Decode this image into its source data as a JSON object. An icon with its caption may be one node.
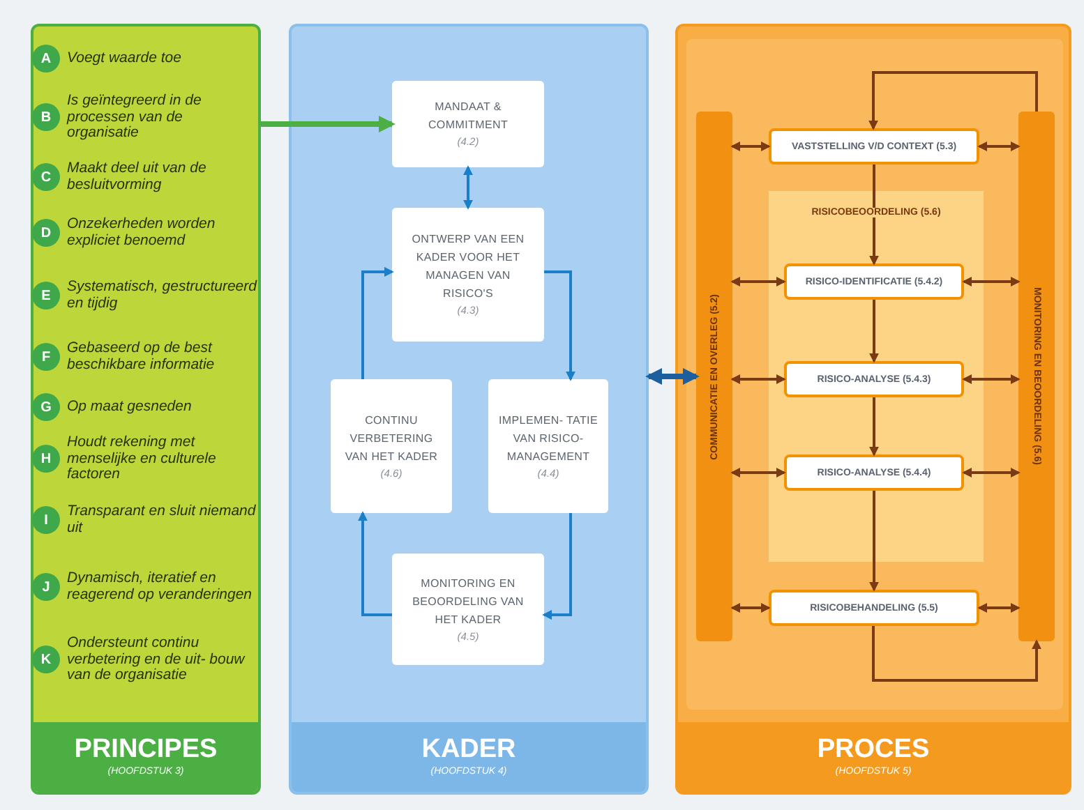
{
  "diagram": {
    "nodes": [
      {
        "text": [
          "PRINCIPES",
          "(HOOFDSTUK 3)"
        ]
      },
      {
        "text": [
          "A"
        ],
        "beside": [
          "Voegt waarde toe"
        ],
        "in": 0
      },
      {
        "text": [
          "B"
        ],
        "beside": [
          "Is geïntegreerd in de processen van de organisatie"
        ],
        "in": 0
      },
      {
        "text": [
          "C"
        ],
        "beside": [
          "Maakt deel uit van de besluitvorming"
        ],
        "in": 0
      },
      {
        "text": [
          "D"
        ],
        "beside": [
          "Onzekerheden worden expliciet benoemd"
        ],
        "in": 0
      },
      {
        "text": [
          "E"
        ],
        "beside": [
          "Systematisch, gestructureerd en tijdig"
        ],
        "in": 0
      },
      {
        "text": [
          "F"
        ],
        "beside": [
          "Gebaseerd op de best beschikbare informatie"
        ],
        "in": 0
      },
      {
        "text": [
          "G"
        ],
        "beside": [
          "Op maat gesneden"
        ],
        "in": 0
      },
      {
        "text": [
          "H"
        ],
        "beside": [
          "Houdt rekening met menselijke en culturele factoren"
        ],
        "in": 0
      },
      {
        "text": [
          "I"
        ],
        "beside": [
          "Transparant en sluit niemand uit"
        ],
        "in": 0
      },
      {
        "text": [
          "J"
        ],
        "beside": [
          "Dynamisch, iteratief en reagerend op veranderingen"
        ],
        "in": 0
      },
      {
        "text": [
          "K"
        ],
        "beside": [
          "Ondersteunt continu verbetering en de uit- bouw van de organisatie"
        ],
        "in": 0
      },
      {
        "text": [
          "KADER",
          "(HOOFDSTUK 4)"
        ]
      },
      {
        "text": [
          "MANDAAT & COMMITMENT",
          "(4.2)"
        ],
        "in": 12
      },
      {
        "text": [
          "ONTWERP VAN EEN KADER VOOR HET MANAGEN VAN RISICO'S",
          "(4.3)"
        ],
        "in": 12
      },
      {
        "text": [
          "CONTINU VERBETERING VAN HET KADER",
          "(4.6)"
        ],
        "in": 12
      },
      {
        "text": [
          "IMPLEMEN- TATIE VAN RISICO- MANAGEMENT",
          "(4.4)"
        ],
        "in": 12
      },
      {
        "text": [
          "MONITORING EN BEOORDELING VAN HET KADER",
          "(4.5)"
        ],
        "in": 12
      },
      {
        "text": [
          "PROCES",
          "(HOOFDSTUK 5)"
        ]
      },
      {
        "text": [
          "COMMUNICATIE EN OVERLEG (5.2)"
        ],
        "in": 18
      },
      {
        "text": [
          "MONITORING EN BEOORDELING (5.6)"
        ],
        "in": 18
      },
      {
        "text": [
          "RISICOBEOORDELING (5.6)"
        ],
        "in": 18
      },
      {
        "text": [
          "VASTSTELLING V/D CONTEXT (5.3)"
        ],
        "in": 18
      },
      {
        "text": [
          "RISICO-IDENTIFICATIE (5.4.2)"
        ],
        "in": 21
      },
      {
        "text": [
          "RISICO-ANALYSE (5.4.3)"
        ],
        "in": 21
      },
      {
        "text": [
          "RISICO-ANALYSE (5.4.4)"
        ],
        "in": 21
      },
      {
        "text": [
          "RISICOBEHANDELING (5.5)"
        ],
        "in": 18
      }
    ],
    "edges": [
      {
        "from": 0,
        "to": 13,
        "arrow": "to",
        "style": "thick",
        "color": "#4caf44"
      },
      {
        "from": 13,
        "to": 14,
        "arrow": "both",
        "color": "#1a7fc8"
      },
      {
        "from": 14,
        "to": 16,
        "arrow": "to",
        "color": "#1a7fc8"
      },
      {
        "from": 16,
        "to": 17,
        "arrow": "to",
        "color": "#1a7fc8"
      },
      {
        "from": 17,
        "to": 15,
        "arrow": "to",
        "color": "#1a7fc8"
      },
      {
        "from": 15,
        "to": 14,
        "arrow": "to",
        "color": "#1a7fc8"
      },
      {
        "from": 12,
        "to": 19,
        "arrow": "both",
        "style": "thick",
        "color": "#1d5f9e"
      },
      {
        "from": 19,
        "to": 22,
        "arrow": "both"
      },
      {
        "from": 22,
        "to": 20,
        "arrow": "both"
      },
      {
        "from": 19,
        "to": 23,
        "arrow": "both"
      },
      {
        "from": 23,
        "to": 20,
        "arrow": "both"
      },
      {
        "from": 19,
        "to": 24,
        "arrow": "both"
      },
      {
        "from": 24,
        "to": 20,
        "arrow": "both"
      },
      {
        "from": 19,
        "to": 25,
        "arrow": "both"
      },
      {
        "from": 25,
        "to": 20,
        "arrow": "both"
      },
      {
        "from": 19,
        "to": 26,
        "arrow": "both"
      },
      {
        "from": 26,
        "to": 20,
        "arrow": "both"
      },
      {
        "from": 22,
        "to": 23,
        "arrow": "to"
      },
      {
        "from": 23,
        "to": 24,
        "arrow": "to"
      },
      {
        "from": 24,
        "to": 25,
        "arrow": "to"
      },
      {
        "from": 25,
        "to": 26,
        "arrow": "to"
      },
      {
        "from": 26,
        "to": 20,
        "arrow": "to"
      },
      {
        "from": 20,
        "to": 22,
        "arrow": "to"
      }
    ]
  }
}
